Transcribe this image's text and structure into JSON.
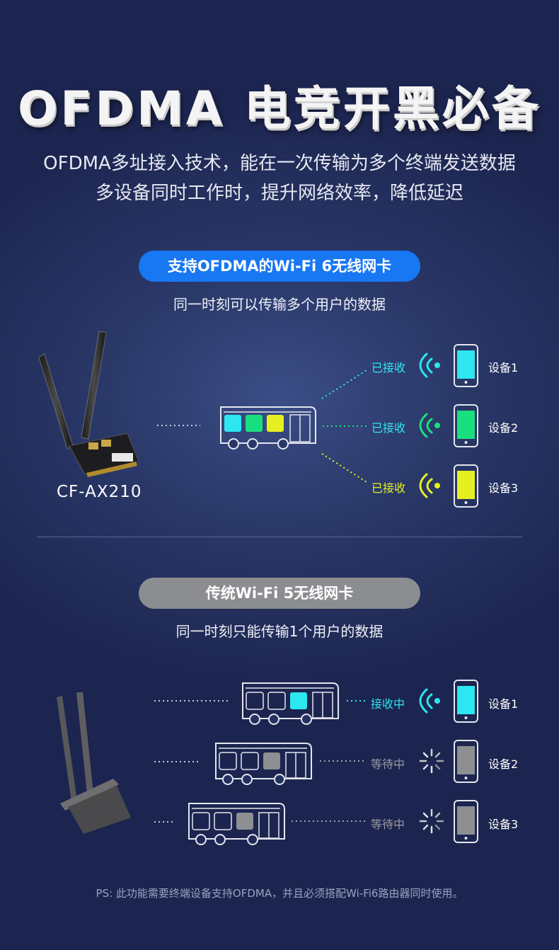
{
  "header": {
    "title": "OFDMA 电竞开黑必备",
    "subtitle_line1": "OFDMA多址接入技术，能在一次传输为多个终端发送数据",
    "subtitle_line2": "多设备同时工作时，提升网络效率，降低延迟"
  },
  "ofdma_section": {
    "pill": "支持OFDMA的Wi-Fi 6无线网卡",
    "caption": "同一时刻可以传输多个用户的数据",
    "card_model": "CF-AX210",
    "devices": [
      {
        "name": "设备1",
        "status": "已接收",
        "color": "#2de6ef"
      },
      {
        "name": "设备2",
        "status": "已接收",
        "color": "#19e07e"
      },
      {
        "name": "设备3",
        "status": "已接收",
        "color": "#e6f020"
      }
    ]
  },
  "legacy_section": {
    "pill": "传统Wi-Fi 5无线网卡",
    "caption": "同一时刻只能传输1个用户的数据",
    "devices": [
      {
        "name": "设备1",
        "status": "接收中",
        "color": "#2de6ef"
      },
      {
        "name": "设备2",
        "status": "等待中",
        "color": "#8d8f92"
      },
      {
        "name": "设备3",
        "status": "等待中",
        "color": "#8d8f92"
      }
    ]
  },
  "footer": {
    "note": "PS: 此功能需要终端设备支持OFDMA，并且必须搭配Wi-Fi6路由器同时使用。"
  },
  "icons": [
    "wifi-card-icon",
    "bus-icon",
    "phone-icon",
    "signal-icon",
    "loading-spinner-icon"
  ]
}
